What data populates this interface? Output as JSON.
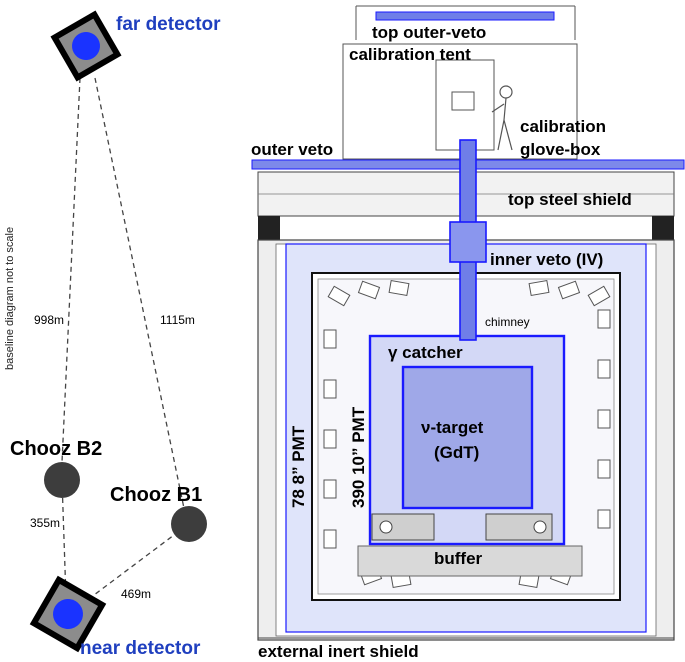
{
  "baseline": {
    "note": "baseline diagram not to scale",
    "far_detector": "far detector",
    "near_detector": "near detector",
    "reactor_b2": "Chooz B2",
    "reactor_b1": "Chooz B1",
    "dist_far_b2": "998m",
    "dist_far_b1": "1115m",
    "dist_near_b2": "355m",
    "dist_near_b1": "469m"
  },
  "detector": {
    "top_outer_veto": "top outer-veto",
    "calibration_tent": "calibration tent",
    "calibration": "calibration",
    "glove_box": "glove-box",
    "outer_veto": "outer veto",
    "top_steel_shield": "top steel shield",
    "inner_veto": "inner veto (IV)",
    "chimney": "chimney",
    "gamma_catcher": "γ catcher",
    "iv_pmts": "78 8” PMT",
    "buffer_pmts": "390 10” PMT",
    "target_line1": "ν-target",
    "target_line2": "(GdT)",
    "buffer": "buffer",
    "external_shield": "external inert shield"
  },
  "colors": {
    "detector_blue": "#1a1aff",
    "label_blue": "#1f3fbf",
    "veto_fill": "#dfe4fa",
    "target_fill": "#9fa8e8",
    "reactor_gray": "#3d3d3d"
  }
}
